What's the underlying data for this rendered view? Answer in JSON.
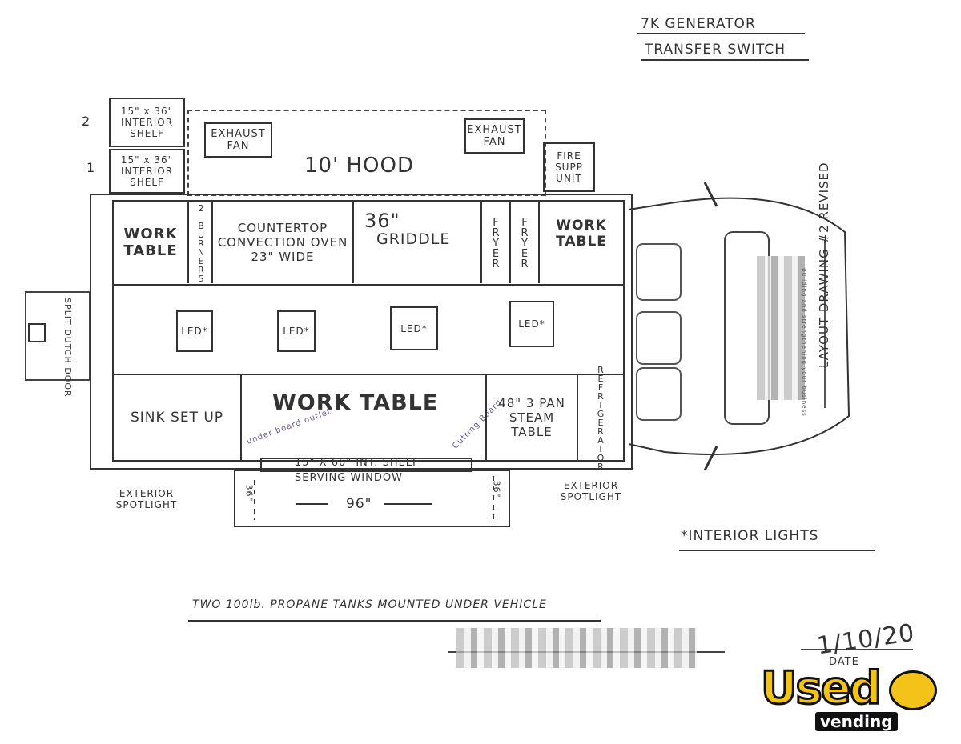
{
  "header": {
    "generator": "7K GENERATOR",
    "transfer_switch": "TRANSFER SWITCH"
  },
  "shelves": {
    "shelf_2_num": "2",
    "shelf_2": "15\" x 36\" INTERIOR SHELF",
    "shelf_1_num": "1",
    "shelf_1": "15\" x 36\" INTERIOR SHELF"
  },
  "hood": {
    "exhaust_left": "EXHAUST FAN",
    "exhaust_right": "EXHAUST FAN",
    "hood_label": "10' HOOD",
    "fire_supp": "FIRE SUPP UNIT"
  },
  "top_row": {
    "work_table_left": "WORK TABLE",
    "burners": "2 BURNERS",
    "oven": "COUNTERTOP CONVECTION OVEN 23\" WIDE",
    "griddle_size": "36\"",
    "griddle": "GRIDDLE",
    "fryer_1": "FRYER",
    "fryer_2": "FRYER",
    "work_table_right": "WORK TABLE"
  },
  "lights": {
    "led_1": "LED*",
    "led_2": "LED*",
    "led_3": "LED*",
    "led_4": "LED*"
  },
  "bottom_row": {
    "sink": "SINK SET UP",
    "work_table": "WORK TABLE",
    "outlet_note": "under board outlet",
    "cutting_note": "Cutting Board",
    "steam_table": "48\" 3 PAN STEAM TABLE",
    "refrigerator": "REFRIGERATOR"
  },
  "window": {
    "shelf": "15\" X 60\" INT. SHELF",
    "serving": "SERVING WINDOW",
    "width": "96\"",
    "height_left": "36\"",
    "height_right": "36\""
  },
  "rear": {
    "door": "SPLIT DUTCH DOOR"
  },
  "exterior": {
    "spotlight_left": "EXTERIOR SPOTLIGHT",
    "spotlight_right": "EXTERIOR SPOTLIGHT"
  },
  "notes": {
    "interior_lights": "*INTERIOR LIGHTS",
    "propane": "TWO 100lb. PROPANE TANKS MOUNTED UNDER VEHICLE",
    "drawing_title": "LAYOUT DRAWING #2 REVISED",
    "date_value": "1/10/20",
    "date_label": "DATE"
  },
  "watermark": {
    "logo_word": "Used",
    "logo_sub": "vending",
    "tagline": "Building and strengthening your business"
  },
  "colors": {
    "ink": "#333333",
    "logo_yellow": "#f3c319",
    "logo_black": "#111111"
  }
}
